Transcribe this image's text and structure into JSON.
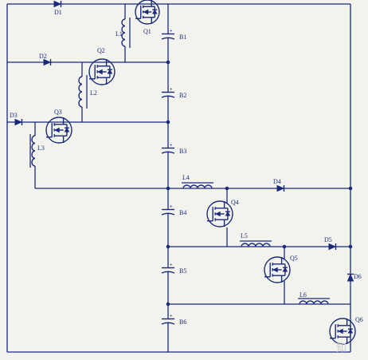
{
  "labels": {
    "D1": "D1",
    "D2": "D2",
    "D3": "D3",
    "D4": "D4",
    "D5": "D5",
    "D6": "D6",
    "L1": "L1",
    "L2": "L2",
    "L3": "L3",
    "L4": "L4",
    "L5": "L5",
    "L6": "L6",
    "Q1": "Q1",
    "Q2": "Q2",
    "Q3": "Q3",
    "Q4": "Q4",
    "Q5": "Q5",
    "Q6": "Q6",
    "B1": "B1",
    "B2": "B2",
    "B3": "B3",
    "B4": "B4",
    "B5": "B5",
    "B6": "B6"
  },
  "polarity": "+",
  "watermark": "知"
}
